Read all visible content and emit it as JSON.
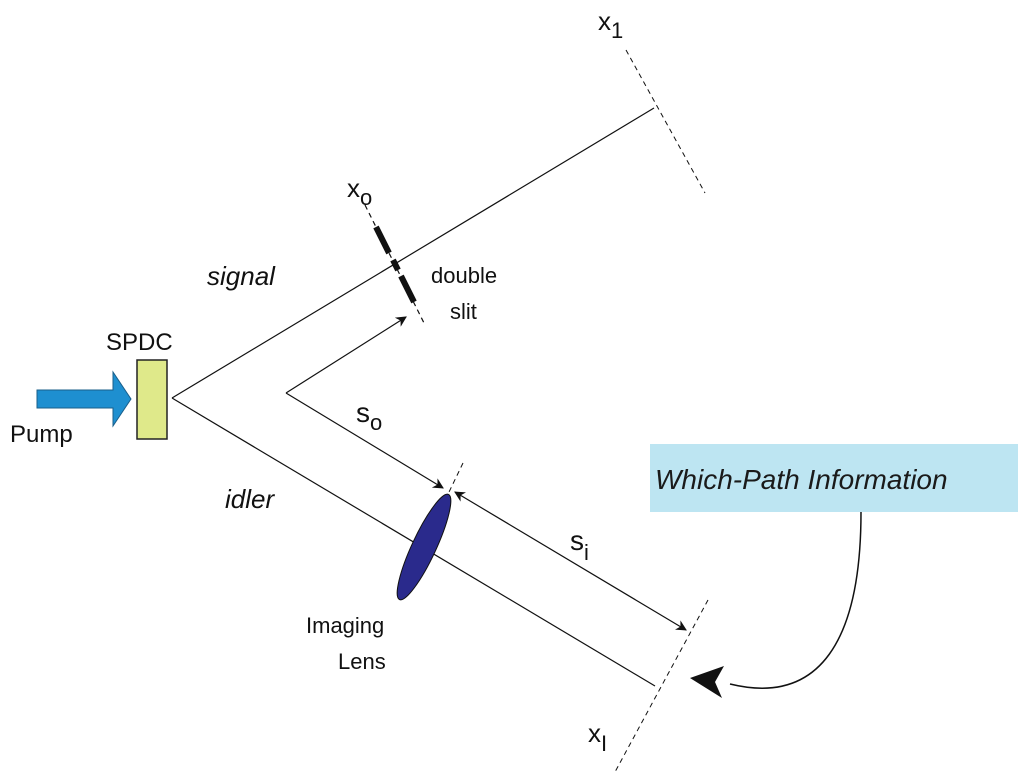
{
  "labels": {
    "pump": "Pump",
    "spdc": "SPDC",
    "signal": "signal",
    "idler": "idler",
    "double": "double",
    "slit": "slit",
    "so_main": "s",
    "so_sub": "o",
    "si_main": "s",
    "si_sub": "i",
    "xo_main": "x",
    "xo_sub": "o",
    "x1_main": "x",
    "x1_sub": "1",
    "xi_main": "x",
    "xi_sub": "I",
    "imaging": "Imaging",
    "lens": "Lens",
    "which_path": "Which-Path Information"
  },
  "colors": {
    "pump_arrow": "#1e8fd0",
    "spdc_crystal": "#dfe98a",
    "lens": "#2a2a8c",
    "info_box": "#bde5f2",
    "line": "#111111"
  }
}
